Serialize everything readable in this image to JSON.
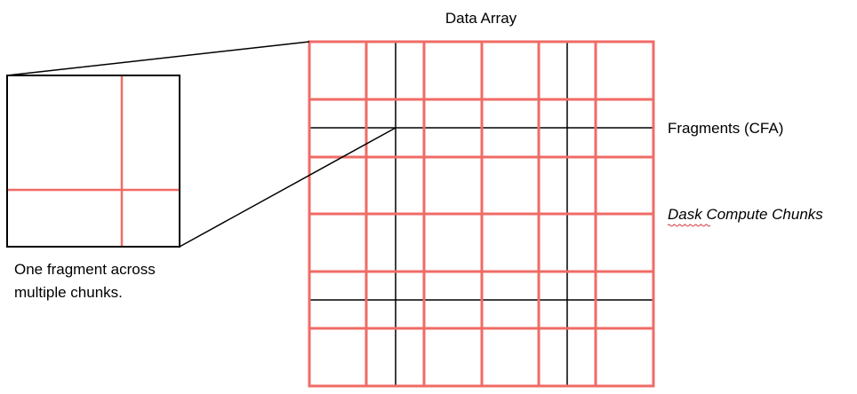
{
  "title": "Data Array",
  "labels": {
    "fragments": "Fragments (CFA)",
    "dask_chunks": "Dask Compute Chunks",
    "caption_line1": "One fragment across",
    "caption_line2": "multiple chunks."
  },
  "colors": {
    "chunk_lines": "#f06b66",
    "fragment_lines": "#000000",
    "spellcheck_underline": "#d13438"
  },
  "legend": {
    "dask_chunks_italic": true,
    "dask_underline_word": "Dask"
  }
}
